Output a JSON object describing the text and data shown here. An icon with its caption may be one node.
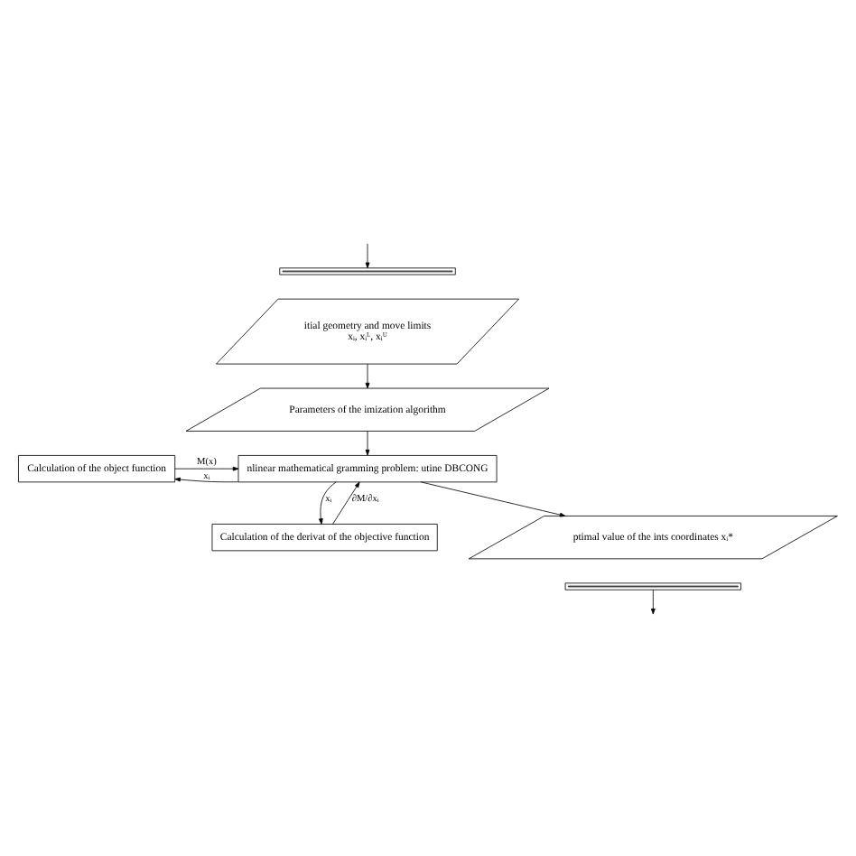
{
  "diagram": {
    "nodes": [
      {
        "text": [],
        "shape": "bar"
      },
      {
        "text": [
          "itial geometry and move limits",
          "xᵢ, xᵢᴸ, xᵢᵁ"
        ]
      },
      {
        "text": [
          "Parameters of the imization algorithm"
        ]
      },
      {
        "text": [
          "nlinear mathematical gramming problem: utine DBCONG"
        ]
      },
      {
        "text": [
          "Calculation of the object function"
        ]
      },
      {
        "text": [
          "Calculation of the derivat of the objective function"
        ]
      },
      {
        "text": [
          "ptimal value of the ints coordinates xᵢ*"
        ]
      },
      {
        "text": [],
        "shape": "bar"
      }
    ],
    "edges": [
      {
        "from": null,
        "to": 0,
        "arrow": "to"
      },
      {
        "from": 1,
        "to": 2,
        "arrow": "to"
      },
      {
        "from": 2,
        "to": 3,
        "arrow": "to"
      },
      {
        "from": 3,
        "to": 4,
        "arrow": "to",
        "label": "xᵢ"
      },
      {
        "from": 4,
        "to": 3,
        "arrow": "to",
        "label": "M(x)"
      },
      {
        "from": 3,
        "to": 5,
        "arrow": "to",
        "label": "xᵢ"
      },
      {
        "from": 5,
        "to": 3,
        "arrow": "to",
        "label": "∂M/∂xᵢ"
      },
      {
        "from": 3,
        "to": 6,
        "arrow": "to"
      },
      {
        "from": 7,
        "to": null,
        "arrow": "to"
      }
    ]
  }
}
